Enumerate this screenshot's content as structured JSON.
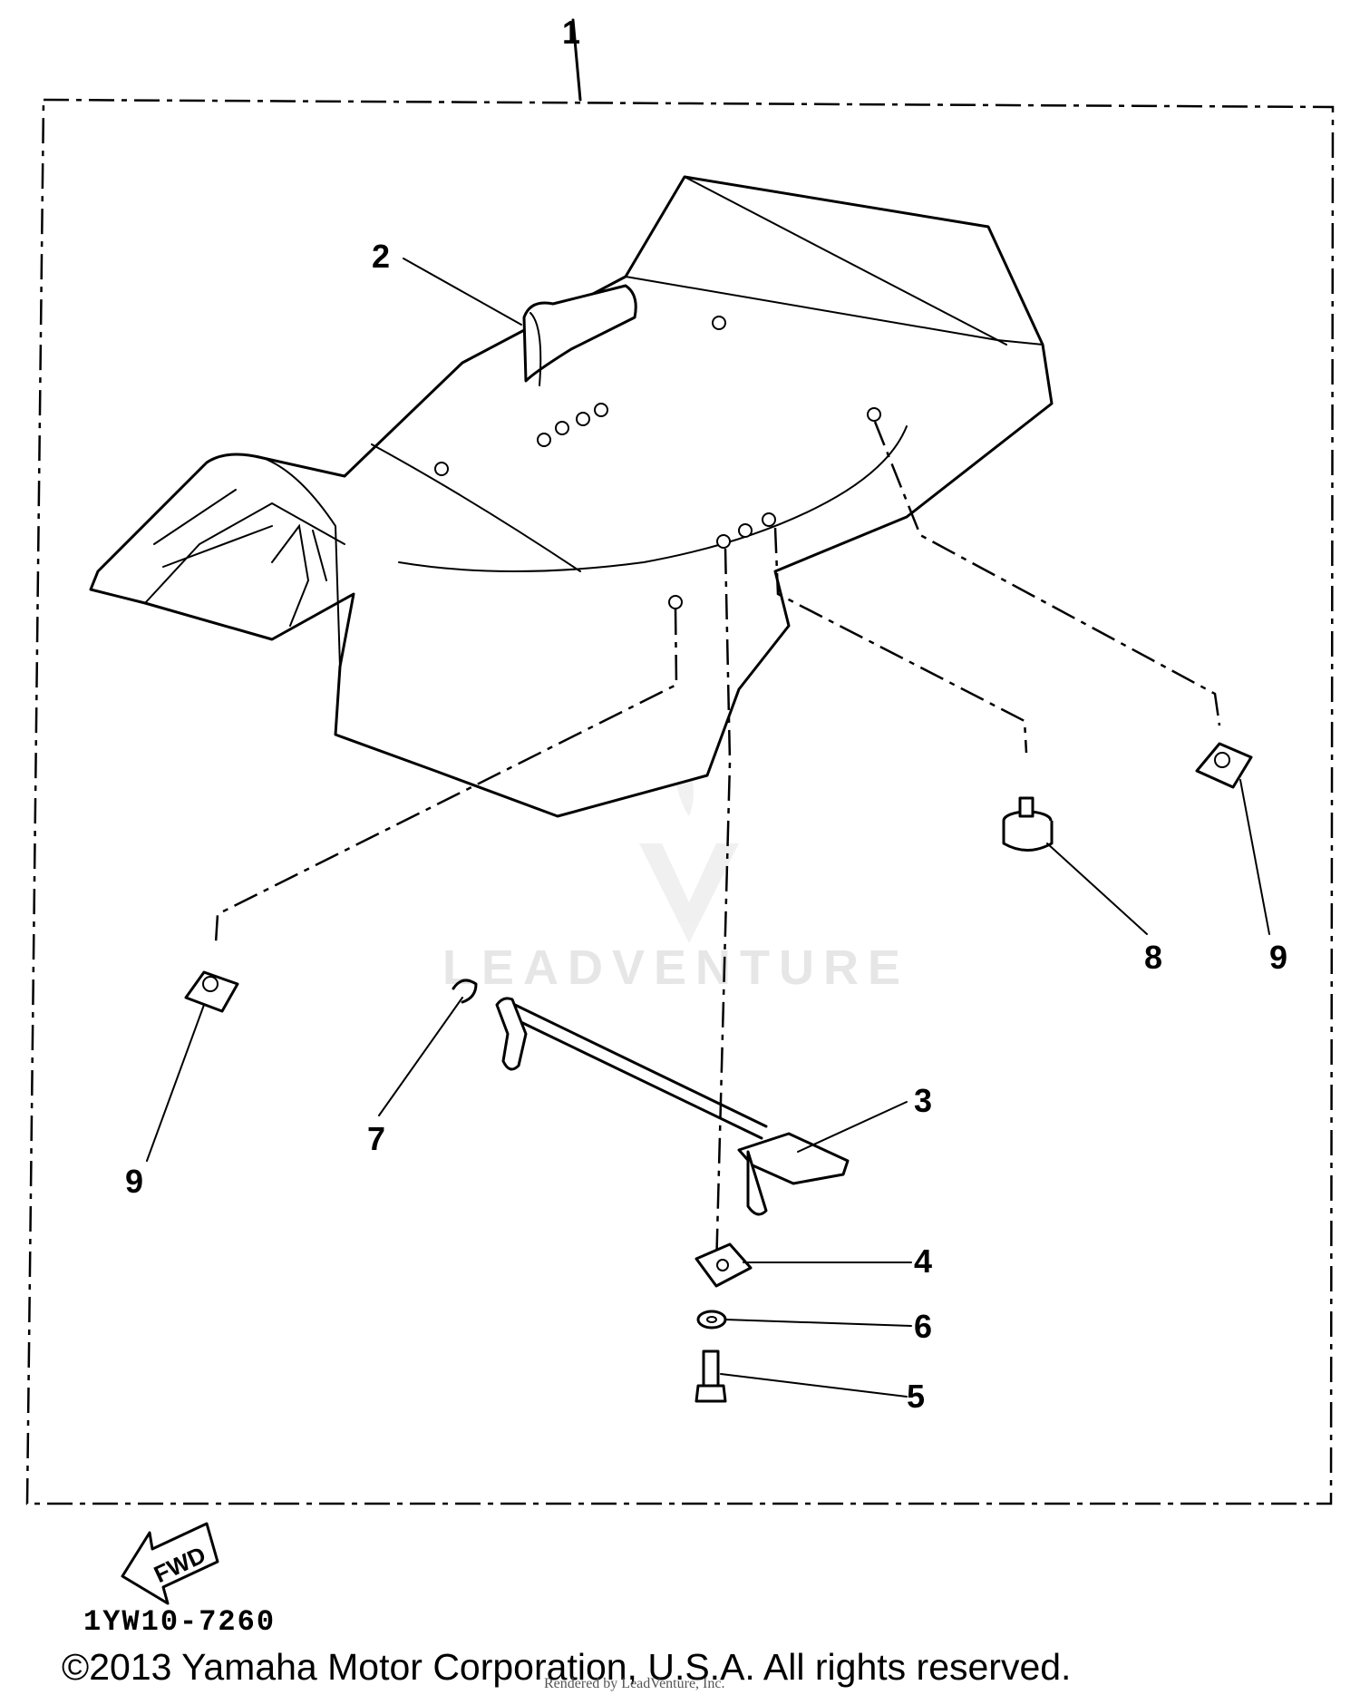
{
  "diagram": {
    "callouts": {
      "assembly": "1",
      "seat_lock": "2",
      "hinge_rod": "3",
      "plate": "4",
      "bolt": "5",
      "washer": "6",
      "clip": "7",
      "damper": "8",
      "nut_right": "9",
      "nut_left": "9"
    },
    "fwd_label": "FWD",
    "reference_code": "1YW10-7260",
    "watermark": "LEADVENTURE",
    "renderer_note": "Rendered by LeadVenture, Inc.",
    "copyright": "©2013 Yamaha Motor Corporation, U.S.A. All rights reserved."
  }
}
